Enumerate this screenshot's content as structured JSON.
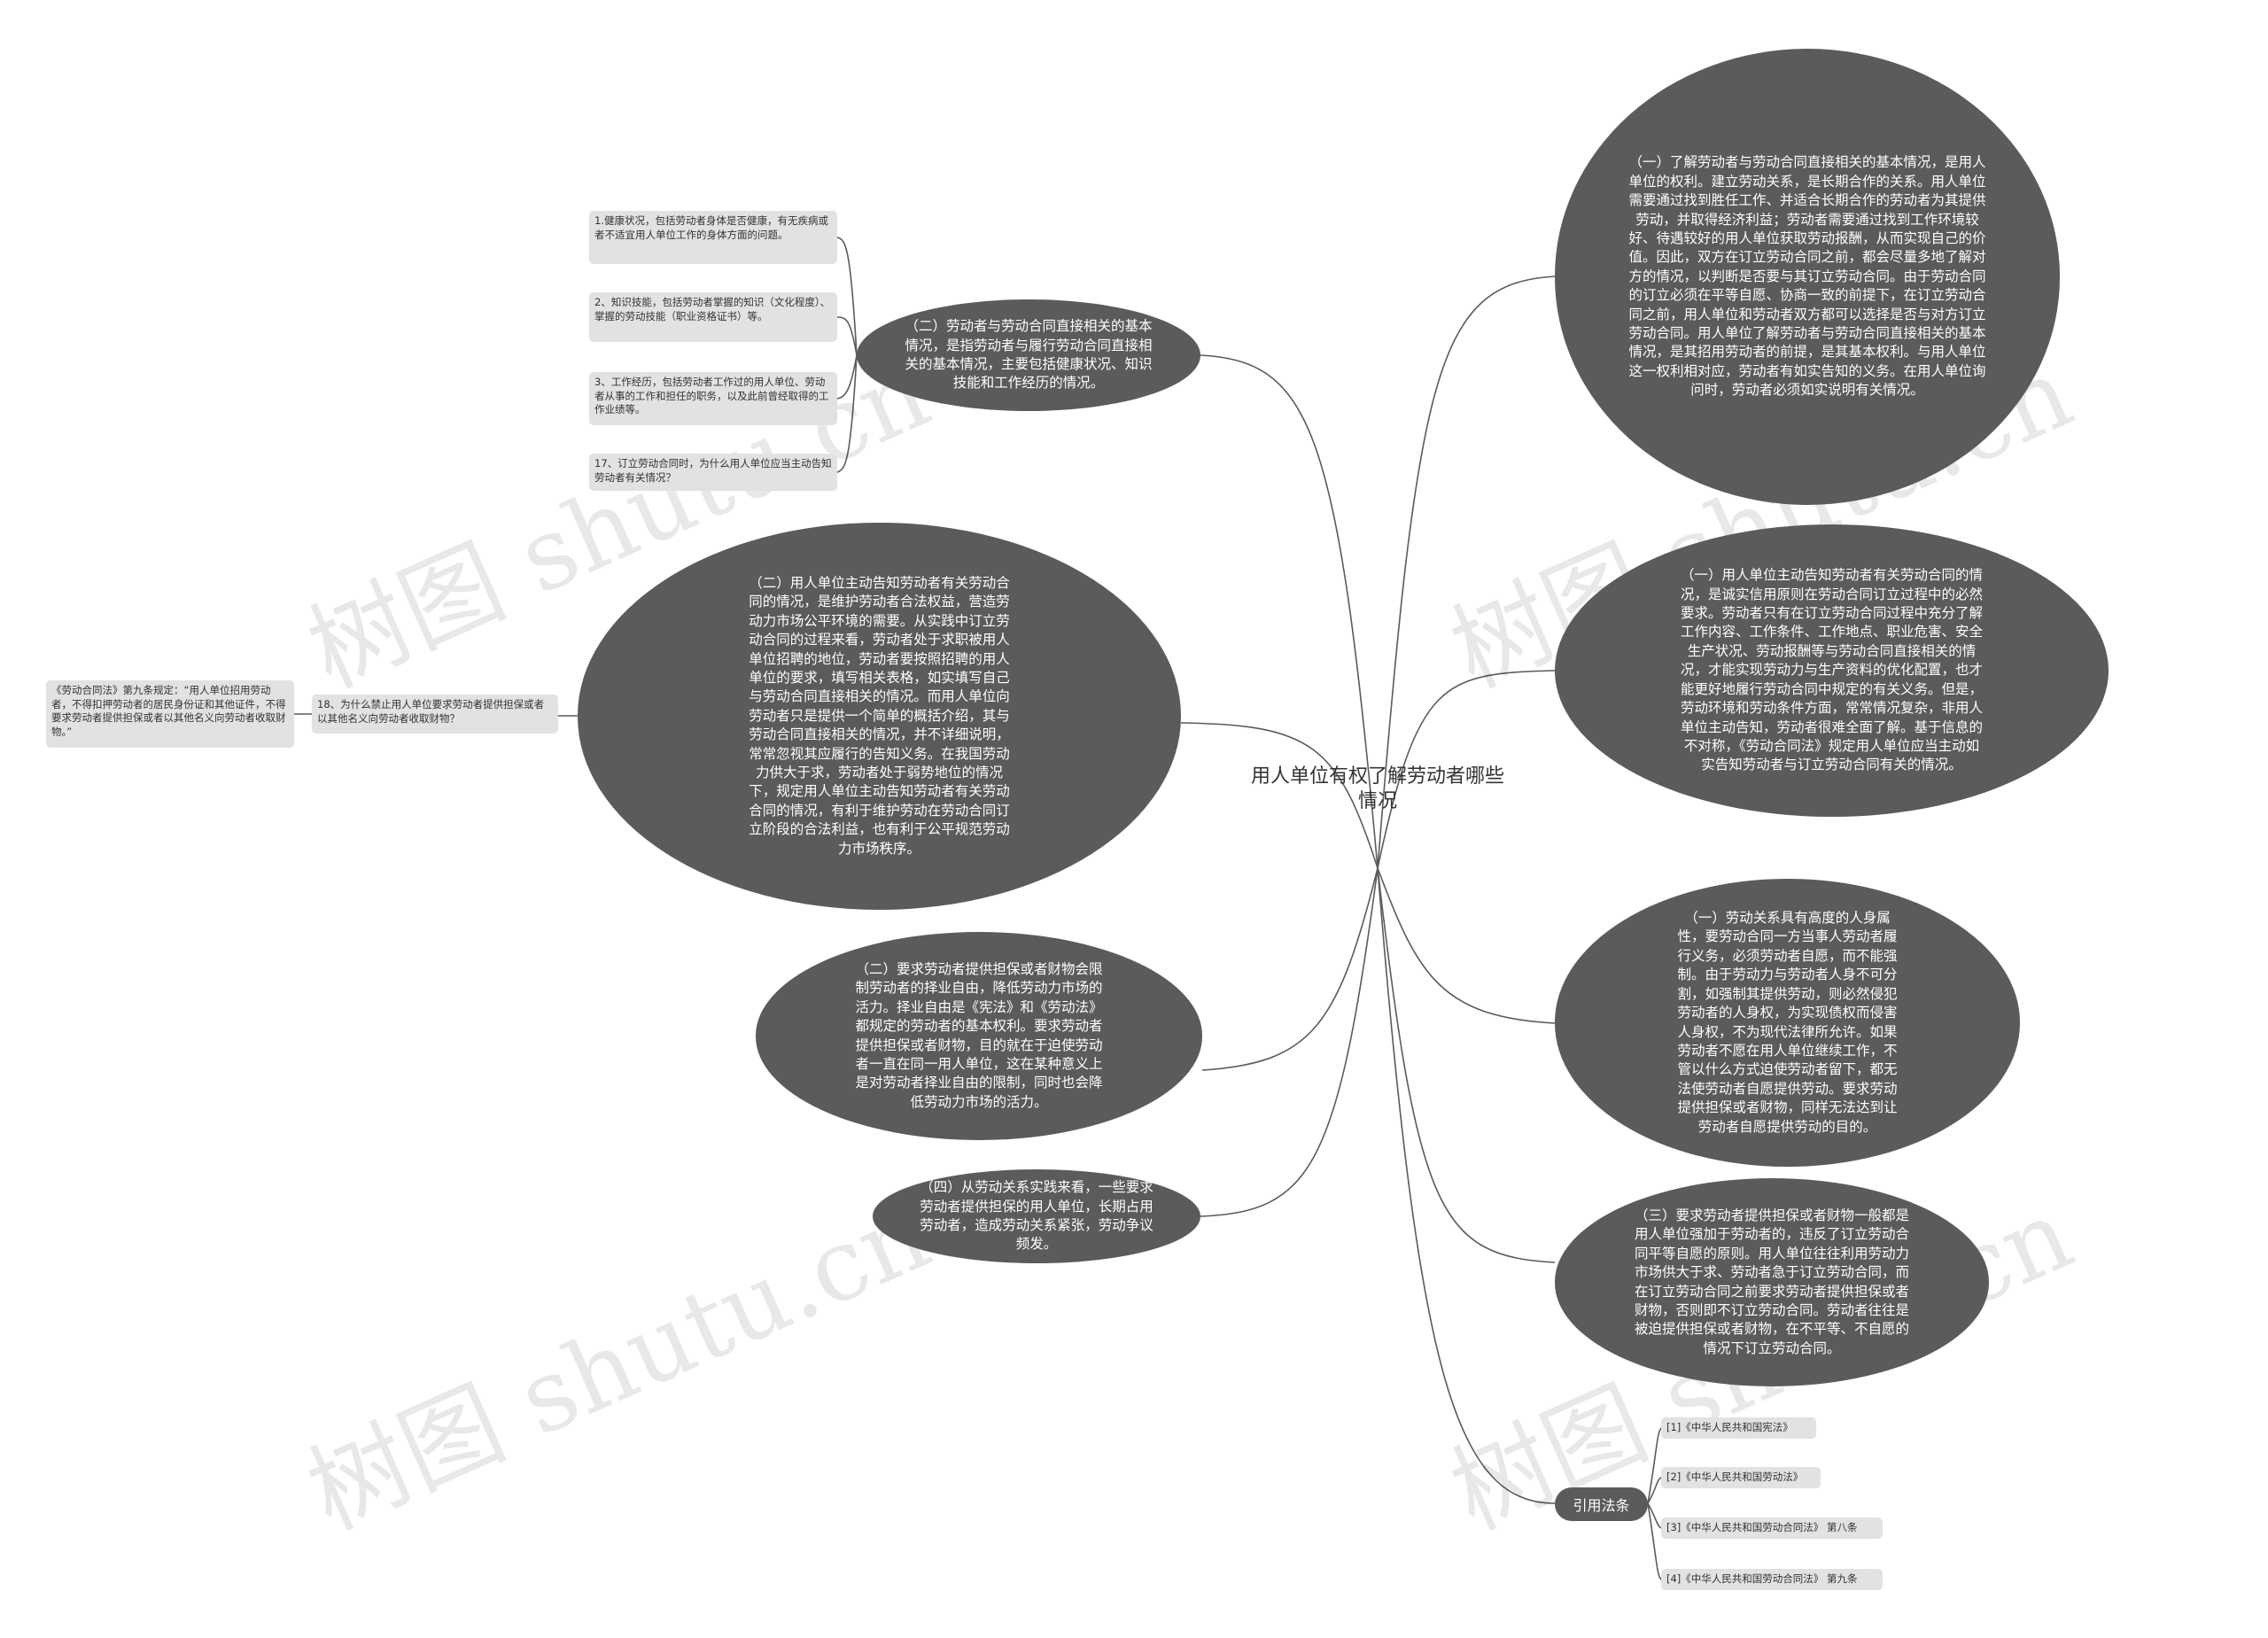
{
  "root": "用人单位有权了解劳动者哪些情况",
  "watermark": "树图 shutu.cn",
  "right": [
    "（一）了解劳动者与劳动合同直接相关的基本情况，是用人单位的权利。建立劳动关系，是长期合作的关系。用人单位需要通过找到胜任工作、并适合长期合作的劳动者为其提供劳动，并取得经济利益；劳动者需要通过找到工作环境较好、待遇较好的用人单位获取劳动报酬，从而实现自己的价值。因此，双方在订立劳动合同之前，都会尽量多地了解对方的情况，以判断是否要与其订立劳动合同。由于劳动合同的订立必须在平等自愿、协商一致的前提下，在订立劳动合同之前，用人单位和劳动者双方都可以选择是否与对方订立劳动合同。用人单位了解劳动者与劳动合同直接相关的基本情况，是其招用劳动者的前提，是其基本权利。与用人单位这一权利相对应，劳动者有如实告知的义务。在用人单位询问时，劳动者必须如实说明有关情况。",
    "（一）用人单位主动告知劳动者有关劳动合同的情况，是诚实信用原则在劳动合同订立过程中的必然要求。劳动者只有在订立劳动合同过程中充分了解工作内容、工作条件、工作地点、职业危害、安全生产状况、劳动报酬等与劳动合同直接相关的情况，才能实现劳动力与生产资料的优化配置，也才能更好地履行劳动合同中规定的有关义务。但是，劳动环境和劳动条件方面，常常情况复杂，非用人单位主动告知，劳动者很难全面了解。基于信息的不对称，《劳动合同法》规定用人单位应当主动如实告知劳动者与订立劳动合同有关的情况。",
    "（一）劳动关系具有高度的人身属性，要劳动合同一方当事人劳动者履行义务，必须劳动者自愿，而不能强制。由于劳动力与劳动者人身不可分割，如强制其提供劳动，则必然侵犯劳动者的人身权，为实现债权而侵害人身权，不为现代法律所允许。如果劳动者不愿在用人单位继续工作，不管以什么方式迫使劳动者留下，都无法使劳动者自愿提供劳动。要求劳动提供担保或者财物，同样无法达到让劳动者自愿提供劳动的目的。",
    "（三）要求劳动者提供担保或者财物一般都是用人单位强加于劳动者的，违反了订立劳动合同平等自愿的原则。用人单位往往利用劳动力市场供大于求、劳动者急于订立劳动合同，而在订立劳动合同之前要求劳动者提供担保或者财物，否则即不订立劳动合同。劳动者往往是被迫提供担保或者财物，在不平等、不自愿的情况下订立劳动合同。"
  ],
  "refs": {
    "label": "引用法条",
    "items": [
      "[1]《中华人民共和国宪法》",
      "[2]《中华人民共和国劳动法》",
      "[3]《中华人民共和国劳动合同法》 第八条",
      "[4]《中华人民共和国劳动合同法》 第九条"
    ]
  },
  "left": {
    "n1": {
      "text": "（二）劳动者与劳动合同直接相关的基本情况，是指劳动者与履行劳动合同直接相关的基本情况，主要包括健康状况、知识技能和工作经历的情况。",
      "leaves": [
        "1.健康状况，包括劳动者身体是否健康，有无疾病或者不适宜用人单位工作的身体方面的问题。",
        "2、知识技能，包括劳动者掌握的知识（文化程度）、掌握的劳动技能（职业资格证书）等。",
        "3、工作经历，包括劳动者工作过的用人单位、劳动者从事的工作和担任的职务，以及此前曾经取得的工作业绩等。",
        "17、订立劳动合同时，为什么用人单位应当主动告知劳动者有关情况？"
      ]
    },
    "n2": {
      "text": "（二）用人单位主动告知劳动者有关劳动合同的情况，是维护劳动者合法权益，营造劳动力市场公平环境的需要。从实践中订立劳动合同的过程来看，劳动者处于求职被用人单位招聘的地位，劳动者要按照招聘的用人单位的要求，填写相关表格，如实填写自己与劳动合同直接相关的情况。而用人单位向劳动者只是提供一个简单的概括介绍，其与劳动合同直接相关的情况，并不详细说明，常常忽视其应履行的告知义务。在我国劳动力供大于求，劳动者处于弱势地位的情况下，规定用人单位主动告知劳动者有关劳动合同的情况，有利于维护劳动在劳动合同订立阶段的合法利益，也有利于公平规范劳动力市场秩序。",
      "q": "18、为什么禁止用人单位要求劳动者提供担保或者以其他名义向劳动者收取财物？",
      "a": "《劳动合同法》第九条规定：“用人单位招用劳动者，不得扣押劳动者的居民身份证和其他证件，不得要求劳动者提供担保或者以其他名义向劳动者收取财物。”"
    },
    "n3": "（二）要求劳动者提供担保或者财物会限制劳动者的择业自由，降低劳动力市场的活力。择业自由是《宪法》和《劳动法》都规定的劳动者的基本权利。要求劳动者提供担保或者财物，目的就在于迫使劳动者一直在同一用人单位，这在某种意义上是对劳动者择业自由的限制，同时也会降低劳动力市场的活力。",
    "n4": "（四）从劳动关系实践来看，一些要求劳动者提供担保的用人单位，长期占用劳动者，造成劳动关系紧张，劳动争议频发。"
  }
}
